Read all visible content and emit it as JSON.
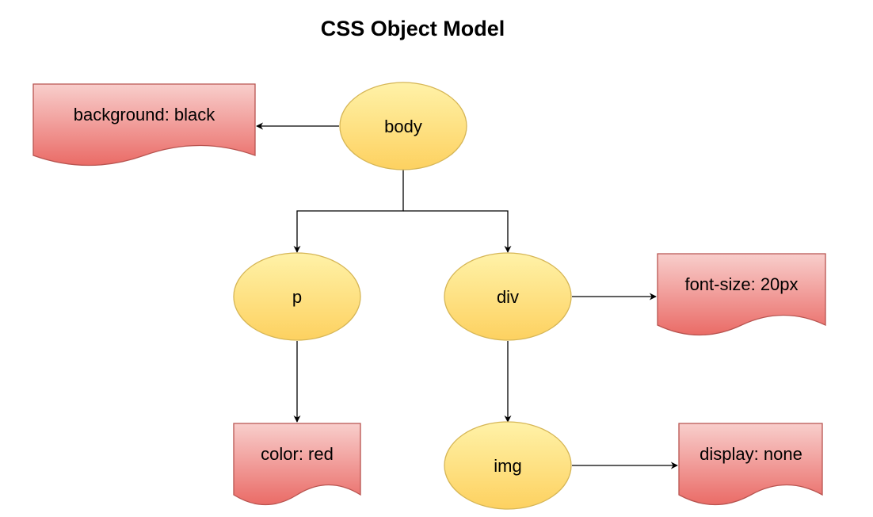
{
  "title": "CSS Object Model",
  "colors": {
    "node_fill_top": "#fff2a8",
    "node_fill_bottom": "#fdd160",
    "node_stroke": "#d6b656",
    "doc_fill_top": "#f8cecc",
    "doc_fill_bottom": "#ea6b66",
    "doc_stroke": "#b85450",
    "edge": "#000000"
  },
  "nodes": {
    "body": "body",
    "p": "p",
    "div": "div",
    "img": "img"
  },
  "styles": {
    "body": "background: black",
    "p": "color: red",
    "div": "font-size: 20px",
    "img": "display: none"
  }
}
